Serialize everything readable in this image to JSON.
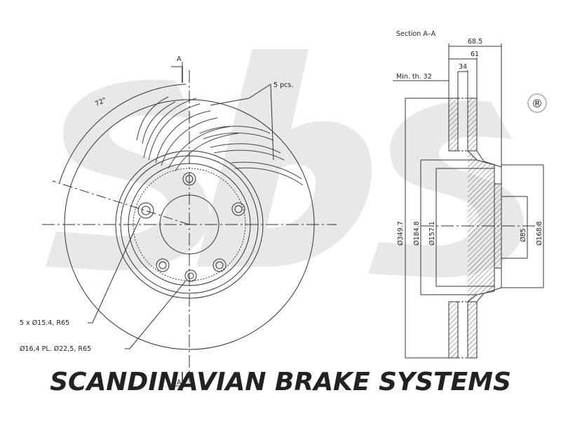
{
  "brand": {
    "watermark_text": "SCANDINAVIAN BRAKE SYSTEMS",
    "logo_text": "sbs",
    "registered_mark": "®",
    "watermark_color": "#d9d9d9"
  },
  "front_view": {
    "section_marker_top": "A",
    "section_marker_bottom": "A",
    "angle_label": "72°",
    "vanes_label": "5 pcs.",
    "bolt_holes_label": "5 x Ø15.4, R65",
    "pin_hole_label": "Ø16,4 PL. Ø22,5, R65"
  },
  "section_view": {
    "title": "Section A–A",
    "min_thickness_label": "Min. th. 32",
    "widths": [
      "68.5",
      "61",
      "34"
    ],
    "diameters": [
      "Ø349.7",
      "Ø184.8",
      "Ø157.1",
      "Ø85",
      "Ø168.8"
    ]
  },
  "colors": {
    "line": "#333333",
    "hatch": "#555555"
  }
}
